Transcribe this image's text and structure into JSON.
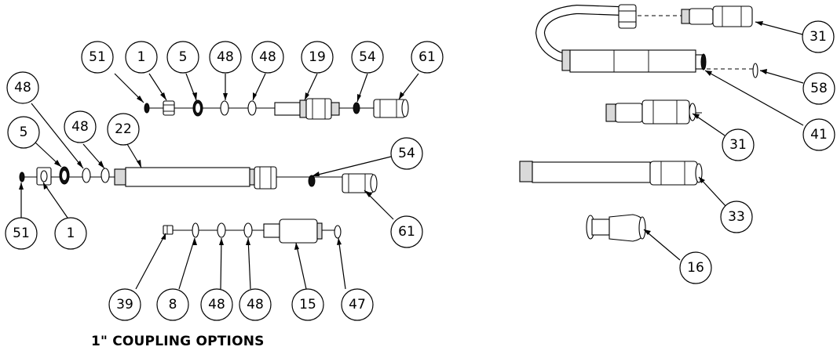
{
  "caption": "1\" COUPLING OPTIONS",
  "callouts": [
    {
      "label": "51"
    },
    {
      "label": "1"
    },
    {
      "label": "5"
    },
    {
      "label": "48"
    },
    {
      "label": "48"
    },
    {
      "label": "19"
    },
    {
      "label": "54"
    },
    {
      "label": "61"
    },
    {
      "label": "48"
    },
    {
      "label": "5"
    },
    {
      "label": "48"
    },
    {
      "label": "22"
    },
    {
      "label": "51"
    },
    {
      "label": "1"
    },
    {
      "label": "54"
    },
    {
      "label": "61"
    },
    {
      "label": "39"
    },
    {
      "label": "8"
    },
    {
      "label": "48"
    },
    {
      "label": "48"
    },
    {
      "label": "15"
    },
    {
      "label": "47"
    },
    {
      "label": "31"
    },
    {
      "label": "58"
    },
    {
      "label": "41"
    },
    {
      "label": "31"
    },
    {
      "label": "33"
    },
    {
      "label": "16"
    }
  ]
}
